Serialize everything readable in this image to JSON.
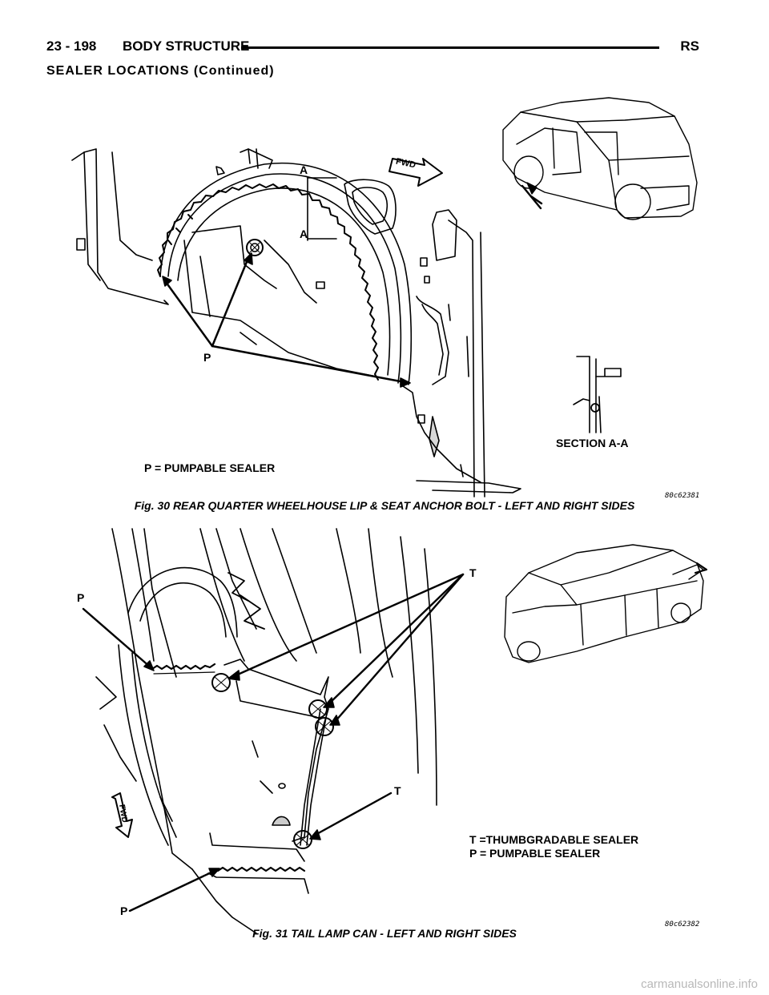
{
  "header": {
    "page_number": "23 - 198",
    "section": "BODY STRUCTURE",
    "model_code": "RS"
  },
  "subtitle": "SEALER LOCATIONS (Continued)",
  "figure30": {
    "labels": {
      "a_top": "A",
      "a_bottom": "A",
      "fwd": "FWD",
      "p": "P",
      "section": "SECTION A-A",
      "legend_p": "P = PUMPABLE SEALER"
    },
    "code": "80c62381",
    "caption": "Fig. 30 REAR QUARTER WHEELHOUSE LIP & SEAT ANCHOR BOLT - LEFT AND RIGHT SIDES"
  },
  "figure31": {
    "labels": {
      "t_top": "T",
      "t_bottom": "T",
      "p_top": "P",
      "p_bottom": "P",
      "fwd": "FWD",
      "legend_t": "T =THUMBGRADABLE SEALER",
      "legend_p": "P = PUMPABLE SEALER"
    },
    "code": "80c62382",
    "caption": "Fig. 31 TAIL LAMP CAN - LEFT AND RIGHT SIDES"
  },
  "watermark": "carmanualsonline.info"
}
